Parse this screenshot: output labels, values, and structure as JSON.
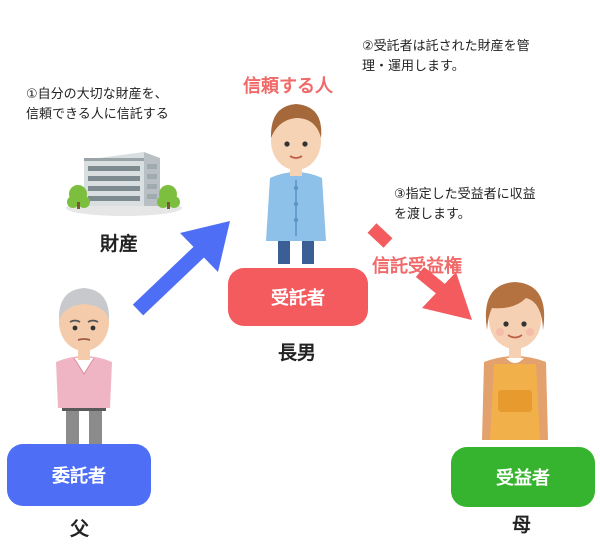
{
  "notes": {
    "step1_line1": "①自分の大切な財産を、",
    "step1_line2": "信頼できる人に信託する",
    "step2_line1": "②受託者は託された財産を管",
    "step2_line2": "理・運用します。",
    "step3_line1": "③指定した受益者に収益",
    "step3_line2": "を渡します。"
  },
  "labels": {
    "trusted_person": "信頼する人",
    "trust_benefit_right": "信託受益権",
    "property": "財産"
  },
  "roles": {
    "settlor": {
      "label": "委託者",
      "name": "父",
      "color": "#4d6ef5"
    },
    "trustee": {
      "label": "受託者",
      "name": "長男",
      "color": "#f35b5f"
    },
    "beneficiary": {
      "label": "受益者",
      "name": "母",
      "color": "#36b32f"
    }
  },
  "colors": {
    "arrow_blue": "#4d6ef5",
    "arrow_red": "#f35b5f",
    "accent_red_text": "#f06a6a"
  }
}
